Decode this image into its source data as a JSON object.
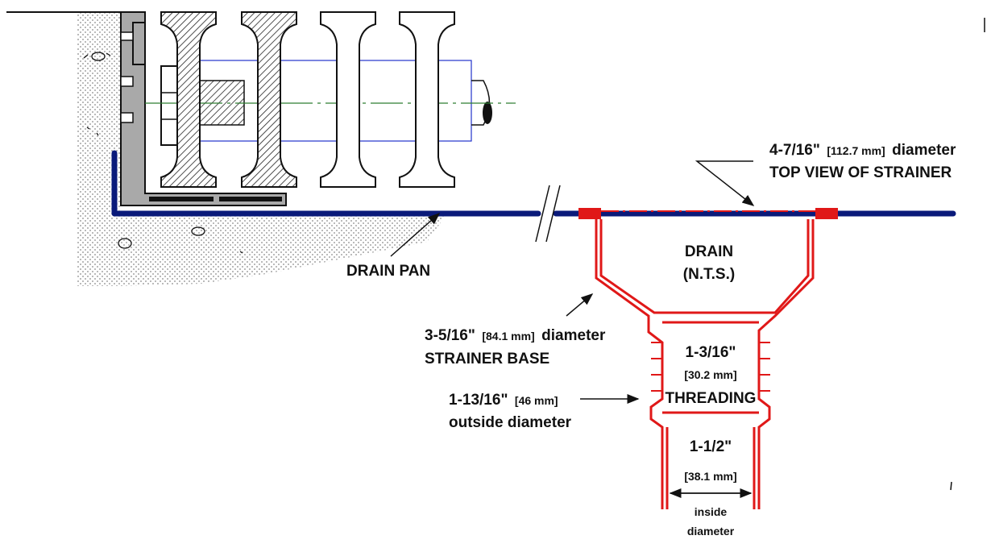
{
  "colors": {
    "pan": "#0a1a7a",
    "drain": "#e01818",
    "bolt_lines": "#2233cc",
    "centerline": "#2e7d32",
    "frame": "#a9a9a9",
    "text": "#111111"
  },
  "labels": {
    "top_view": {
      "dim": "4-7/16\"",
      "mm": "[112.7 mm]",
      "word": "diameter",
      "line2": "TOP VIEW OF STRAINER"
    },
    "drain": {
      "line1": "DRAIN",
      "line2": "(N.T.S.)"
    },
    "drain_pan": "DRAIN PAN",
    "strainer_base": {
      "dim": "3-5/16\"",
      "mm": "[84.1 mm]",
      "word": "diameter",
      "line2": "STRAINER BASE"
    },
    "threading": {
      "dim": "1-3/16\"",
      "mm": "[30.2 mm]",
      "word": "THREADING"
    },
    "outside": {
      "dim": "1-13/16\"",
      "mm": "[46 mm]",
      "line2": "outside diameter"
    },
    "inside": {
      "dim": "1-1/2\"",
      "mm": "[38.1 mm]",
      "line2": "inside",
      "line3": "diameter"
    }
  }
}
